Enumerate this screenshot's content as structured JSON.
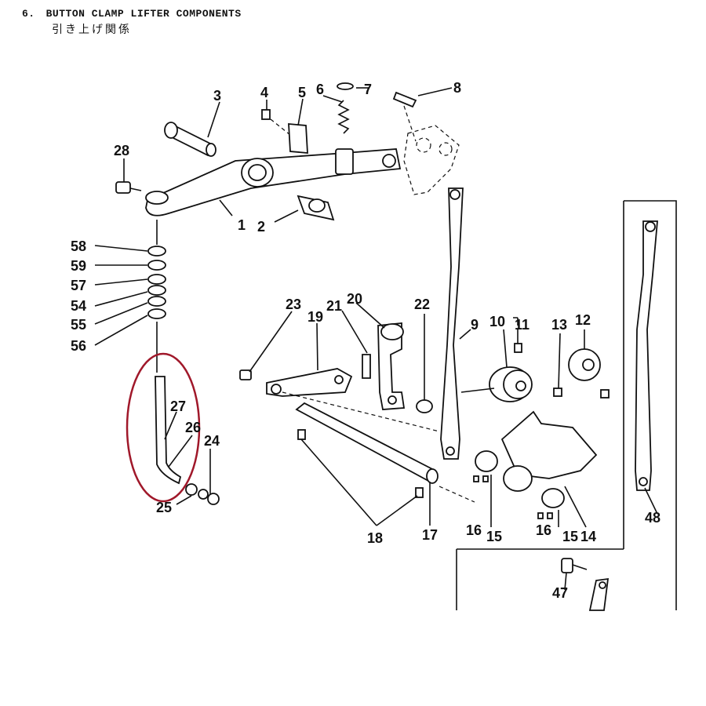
{
  "header": {
    "section_number": "6.",
    "title": "BUTTON CLAMP LIFTER COMPONENTS",
    "subtitle": "引き上げ関係"
  },
  "part_labels": [
    {
      "id": "p1",
      "text": "1"
    },
    {
      "id": "p2",
      "text": "2"
    },
    {
      "id": "p3",
      "text": "3"
    },
    {
      "id": "p4",
      "text": "4"
    },
    {
      "id": "p5",
      "text": "5"
    },
    {
      "id": "p6",
      "text": "6"
    },
    {
      "id": "p7",
      "text": "7"
    },
    {
      "id": "p8",
      "text": "8"
    },
    {
      "id": "p9",
      "text": "9"
    },
    {
      "id": "p10",
      "text": "10"
    },
    {
      "id": "p11",
      "text": "11"
    },
    {
      "id": "p12",
      "text": "12"
    },
    {
      "id": "p13",
      "text": "13"
    },
    {
      "id": "p14",
      "text": "14"
    },
    {
      "id": "p15a",
      "text": "15"
    },
    {
      "id": "p15b",
      "text": "15"
    },
    {
      "id": "p16a",
      "text": "16"
    },
    {
      "id": "p16b",
      "text": "16"
    },
    {
      "id": "p17",
      "text": "17"
    },
    {
      "id": "p18",
      "text": "18"
    },
    {
      "id": "p19",
      "text": "19"
    },
    {
      "id": "p20",
      "text": "20"
    },
    {
      "id": "p21",
      "text": "21"
    },
    {
      "id": "p22",
      "text": "22"
    },
    {
      "id": "p23",
      "text": "23"
    },
    {
      "id": "p24",
      "text": "24"
    },
    {
      "id": "p25",
      "text": "25"
    },
    {
      "id": "p26",
      "text": "26"
    },
    {
      "id": "p27",
      "text": "27"
    },
    {
      "id": "p28",
      "text": "28"
    },
    {
      "id": "p47",
      "text": "47"
    },
    {
      "id": "p48",
      "text": "48"
    },
    {
      "id": "p54",
      "text": "54"
    },
    {
      "id": "p55",
      "text": "55"
    },
    {
      "id": "p56",
      "text": "56"
    },
    {
      "id": "p57",
      "text": "57"
    },
    {
      "id": "p58",
      "text": "58"
    },
    {
      "id": "p59",
      "text": "59"
    }
  ],
  "highlight": {
    "color": "#a0182a",
    "target_parts": [
      "26",
      "27"
    ]
  },
  "colors": {
    "ink": "#111111",
    "background": "#ffffff"
  }
}
